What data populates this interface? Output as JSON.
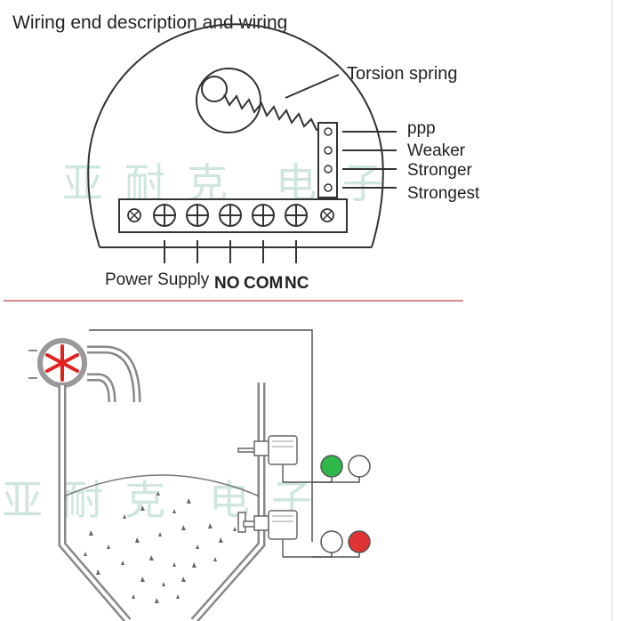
{
  "top_diagram": {
    "title": "Wiring end description and wiring",
    "spring_label": "Torsion spring",
    "adjust_labels": [
      "ppp",
      "Weaker",
      "Stronger",
      "Strongest"
    ],
    "power_label": "Power Supply",
    "contact_labels": [
      "NO",
      "COM",
      "NC"
    ]
  },
  "watermark": [
    "亚",
    "耐",
    "克",
    "电",
    "子"
  ],
  "bottom_diagram": {
    "indicator_colors": {
      "upper_lit": "#2fb84a",
      "lower_lit": "#e03434",
      "off": "#ffffff"
    },
    "valve_color": "#e32020",
    "divider_color": "#c04545"
  }
}
